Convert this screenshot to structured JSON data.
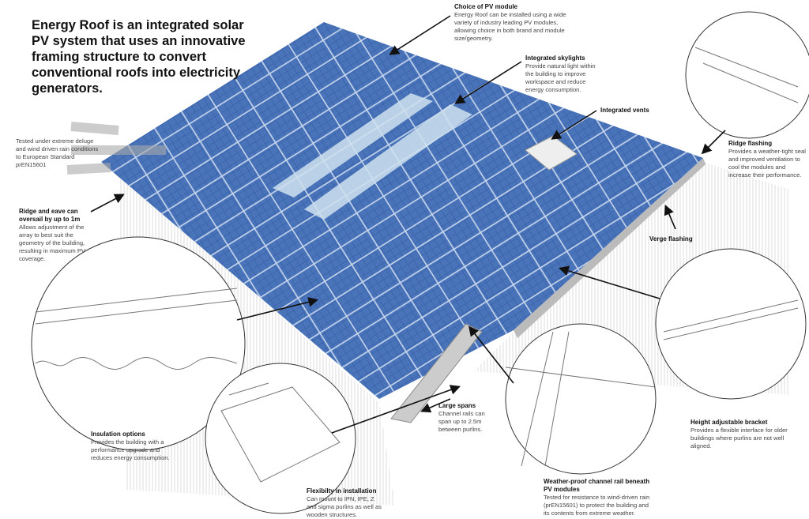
{
  "title": "Energy Roof is an integrated solar PV system that uses an innovative framing structure to convert conventional roofs into electricity generators.",
  "colors": {
    "panel": "#3d66ae",
    "panel_light": "#5b86c8",
    "grid": "#c9d8ee",
    "skylight": "#cfe2ee",
    "arrow": "#111111"
  },
  "callouts": {
    "choice_pv": {
      "heading": "Choice of PV module",
      "body": "Energy Roof can be installed using a wide variety of industry leading PV modules, allowing choice in both brand and module size/geometry."
    },
    "skylights": {
      "heading": "Integrated skylights",
      "body": "Provide natural light within the building to improve workspace and reduce energy consumption."
    },
    "vents": {
      "heading": "Integrated vents"
    },
    "ridge_flashing": {
      "heading": "Ridge flashing",
      "body": "Provides a weather-tight seal and improved ventilation to cool the modules and increase their performance."
    },
    "verge_flashing": {
      "heading": "Verge flashing"
    },
    "tested": {
      "body": "Tested under extreme deluge and wind driven rain conditions to European Standard prEN15601"
    },
    "oversail": {
      "heading": "Ridge and eave can oversail by up to 1m",
      "body": "Allows adjustment of the array to best suit the geometry of the building, resulting in maximum PV coverage."
    },
    "insulation": {
      "heading": "Insulation options",
      "body": "Provides the building with a performance upgrade and reduces energy consumption."
    },
    "flexibility": {
      "heading": "Flexibilty in installation",
      "body": "Can mount to IPN, IPE, Z and sigma purlins as well as wooden structures."
    },
    "large_spans": {
      "heading": "Large spans",
      "body": "Channel rails can span up to 2.5m between purlins."
    },
    "channel_rail": {
      "heading": "Weather-proof channel rail beneath PV modules",
      "body": "Tested for resistance to wind-driven rain (prEN15601) to protect the building and its contents from extreme weather."
    },
    "bracket": {
      "heading": "Height adjustable bracket",
      "body": "Provides a flexible interface for older buildings where purlins are not well aligned."
    }
  }
}
